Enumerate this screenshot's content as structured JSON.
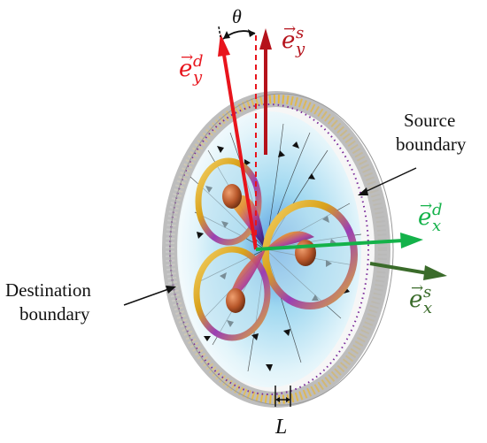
{
  "angle_label": "θ",
  "vectors": {
    "ey_dest": {
      "base": "e",
      "arrow": "→",
      "sub": "y",
      "sup": "d",
      "color": "#e8141c"
    },
    "ey_src": {
      "base": "e",
      "arrow": "→",
      "sub": "y",
      "sup": "s",
      "color": "#b5121b"
    },
    "ex_dest": {
      "base": "e",
      "arrow": "→",
      "sub": "x",
      "sup": "d",
      "color": "#14b24a"
    },
    "ex_src": {
      "base": "e",
      "arrow": "→",
      "sub": "x",
      "sup": "s",
      "color": "#3a6b2a"
    }
  },
  "labels": {
    "source_line1": "Source",
    "source_line2": "boundary",
    "dest_line1": "Destination",
    "dest_line2": "boundary",
    "length": "L"
  },
  "colors": {
    "ring_gold": "#d9a21b",
    "ring_purple": "#7a2a9a",
    "field_cyan": "#bfe8f5",
    "rod_copper": "#b8572a"
  }
}
